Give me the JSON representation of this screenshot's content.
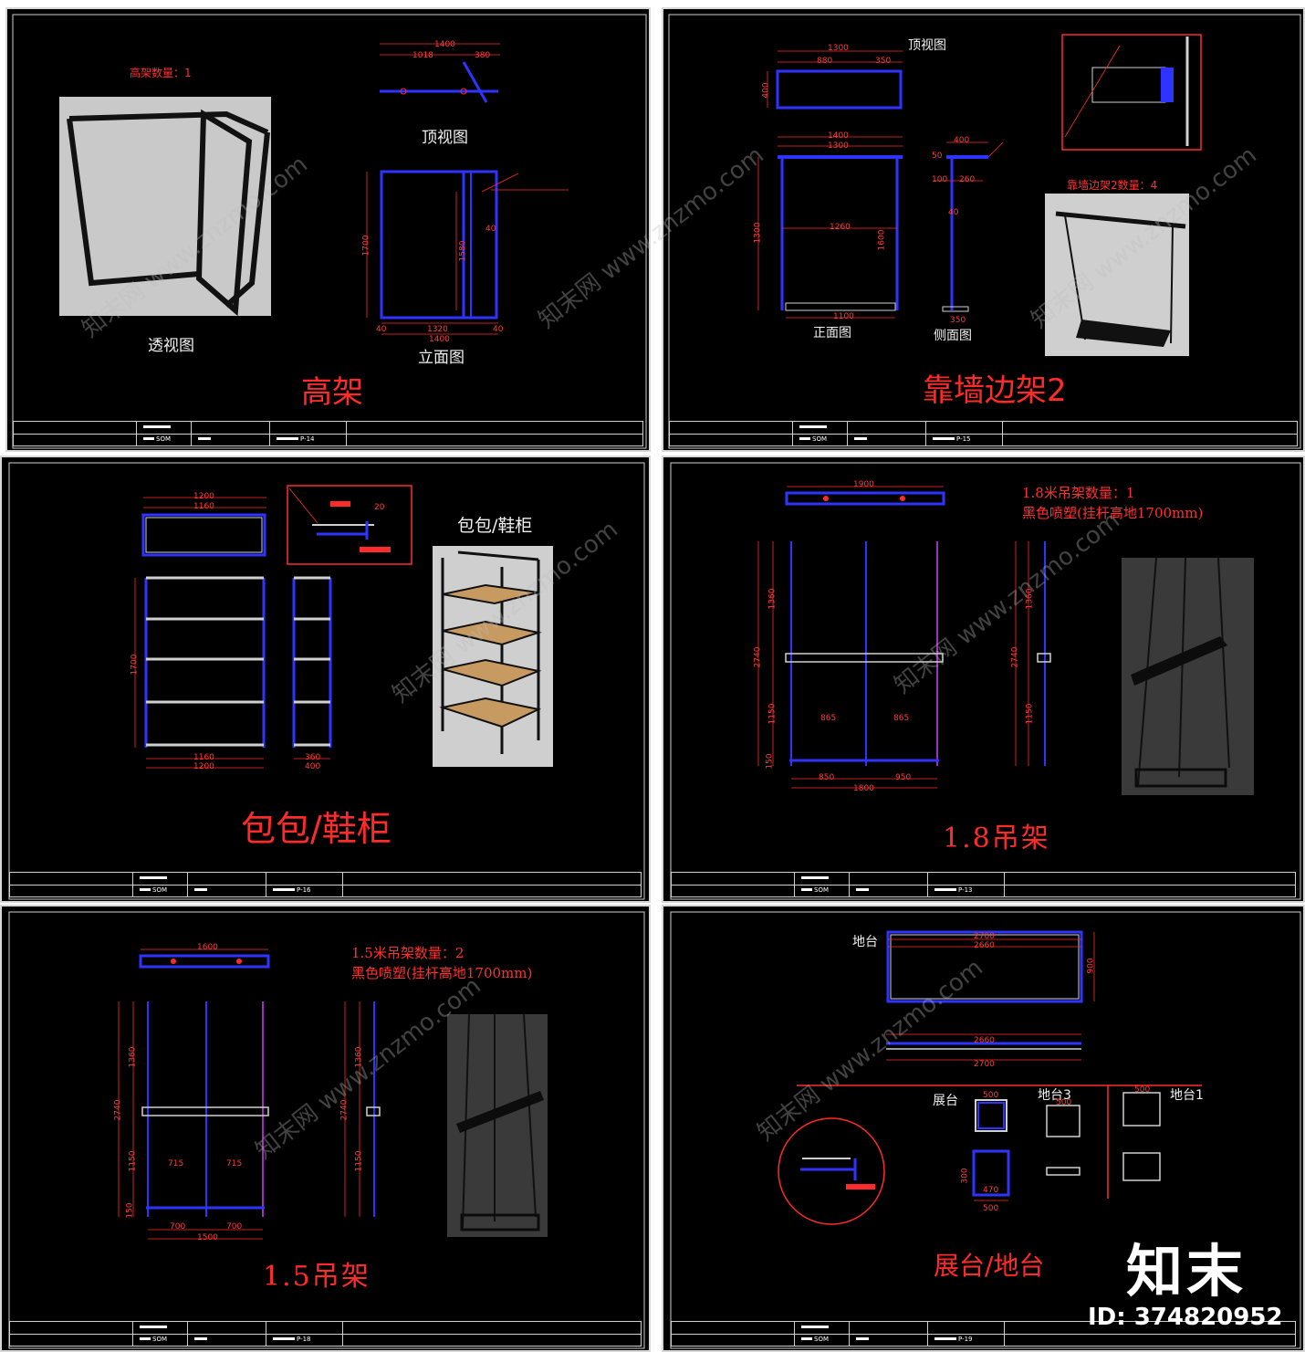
{
  "sheets": {
    "s1": {
      "title": "高架",
      "count_note": "高架数量：1",
      "views": {
        "perspective": "透视图",
        "top": "顶视图",
        "front": "立面图"
      },
      "dims": {
        "d1400a": "1400",
        "d1018": "1018",
        "d380": "380",
        "d1700": "1700",
        "d1580": "1580",
        "d1320": "1320",
        "d1400b": "1400",
        "d40a": "40",
        "d40b": "40",
        "d40c": "40"
      },
      "sheet_no": "P-14"
    },
    "s2": {
      "title": "靠墙边架2",
      "count_note": "靠墙边架2数量：4",
      "views": {
        "top": "顶视图",
        "front": "正面图",
        "side": "侧面图"
      },
      "dims": {
        "d1300a": "1300",
        "d880": "880",
        "d350": "350",
        "d400a": "400",
        "d1400": "1400",
        "d1300b": "1300",
        "d1260": "1260",
        "d1600": "1600",
        "d1100": "1100",
        "d1300c": "1300",
        "d400b": "400",
        "d260": "260",
        "d350b": "350",
        "d100": "100",
        "d40": "40",
        "d50": "50"
      },
      "sheet_no": "P-15"
    },
    "s3": {
      "title": "包包/鞋柜",
      "label": "包包/鞋柜",
      "dims": {
        "d1200a": "1200",
        "d1160a": "1160",
        "d1160b": "1160",
        "d1200b": "1200",
        "d1700": "1700",
        "d360": "360",
        "d400": "400",
        "d20": "20"
      },
      "sheet_no": "P-16"
    },
    "s4": {
      "title": "1.8吊架",
      "note_line1": "1.8米吊架数量：1",
      "note_line2": "黑色喷塑(挂杆高地1700mm)",
      "dims": {
        "d1900": "1900",
        "d2740a": "2740",
        "d1360a": "1360",
        "d1150a": "1150",
        "d865a": "865",
        "d865b": "865",
        "d850": "850",
        "d950": "950",
        "d1800": "1800",
        "d2740b": "2740",
        "d1360b": "1360",
        "d1150b": "1150",
        "d150": "150"
      },
      "sheet_no": "P-13"
    },
    "s5": {
      "title": "1.5吊架",
      "note_line1": "1.5米吊架数量：2",
      "note_line2": "黑色喷塑(挂杆高地1700mm)",
      "dims": {
        "d1600": "1600",
        "d2740a": "2740",
        "d1360a": "1360",
        "d1150a": "1150",
        "d715a": "715",
        "d715b": "715",
        "d700a": "700",
        "d700b": "700",
        "d1500": "1500",
        "d2740b": "2740",
        "d1360b": "1360",
        "d1150b": "1150",
        "d150": "150"
      },
      "sheet_no": "P-18"
    },
    "s6": {
      "title": "展台/地台",
      "labels": {
        "ditai": "地台",
        "zhantai": "展台",
        "ditai3": "地台3",
        "ditai1": "地台1"
      },
      "dims": {
        "d2700a": "2700",
        "d2660a": "2660",
        "d2660b": "2660",
        "d2700b": "2700",
        "d500a": "500",
        "d500b": "500",
        "d500c": "500",
        "d500d": "500",
        "d470": "470",
        "d300": "300",
        "d900": "900"
      },
      "sheet_no": "P-19"
    }
  },
  "titleblock": {
    "field_a": "SOM"
  },
  "watermark": {
    "text": "知末网 www.znzmo.com"
  },
  "brand": {
    "logo_text": "知末",
    "id_text": "ID: 374820952"
  },
  "colors": {
    "sheet_bg": "#000000",
    "line_blue": "#2f33ff",
    "dim_red": "#ff2a2a",
    "frame": "#d8d8d8"
  }
}
